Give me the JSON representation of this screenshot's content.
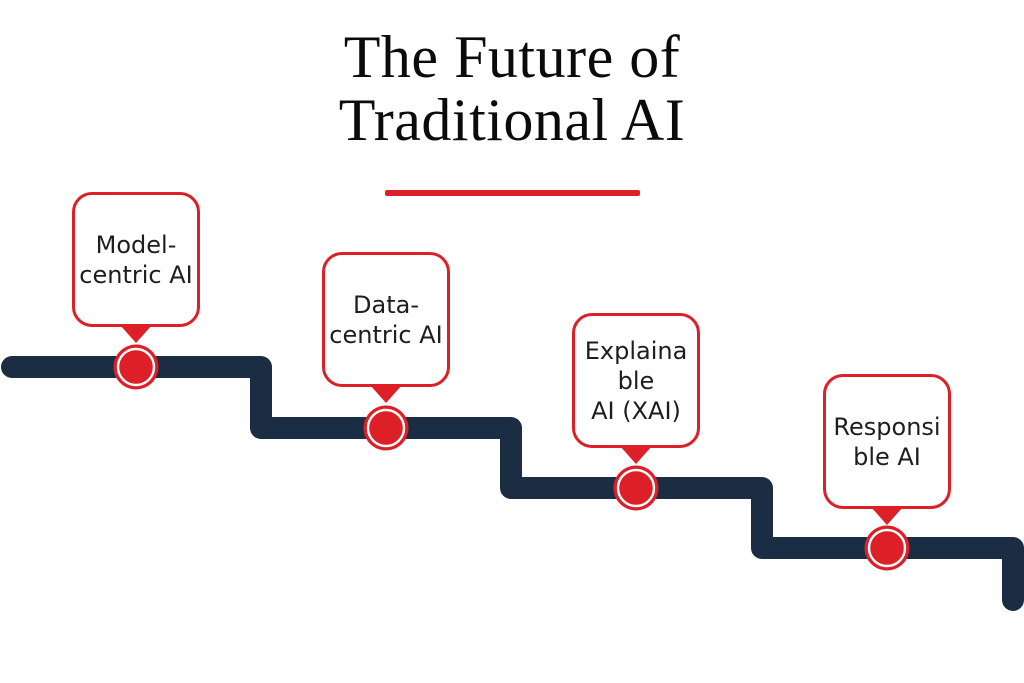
{
  "title": {
    "lines": [
      "The Future of",
      "Traditional AI"
    ]
  },
  "milestones": [
    {
      "label": "Model-centric AI",
      "lines": [
        "Model-",
        "centric AI"
      ]
    },
    {
      "label": "Data-centric AI",
      "lines": [
        "Data-",
        "centric AI"
      ]
    },
    {
      "label": "Explainable AI (XAI)",
      "lines": [
        "Explaina",
        "ble",
        "AI (XAI)"
      ]
    },
    {
      "label": "Responsible AI",
      "lines": [
        "Responsi",
        "ble AI"
      ]
    }
  ],
  "colors": {
    "accent_red": "#dd2028",
    "line_navy": "#1b2d42",
    "text_dark": "#1e1e1e",
    "title_black": "#0b0b0b",
    "background": "#ffffff"
  }
}
